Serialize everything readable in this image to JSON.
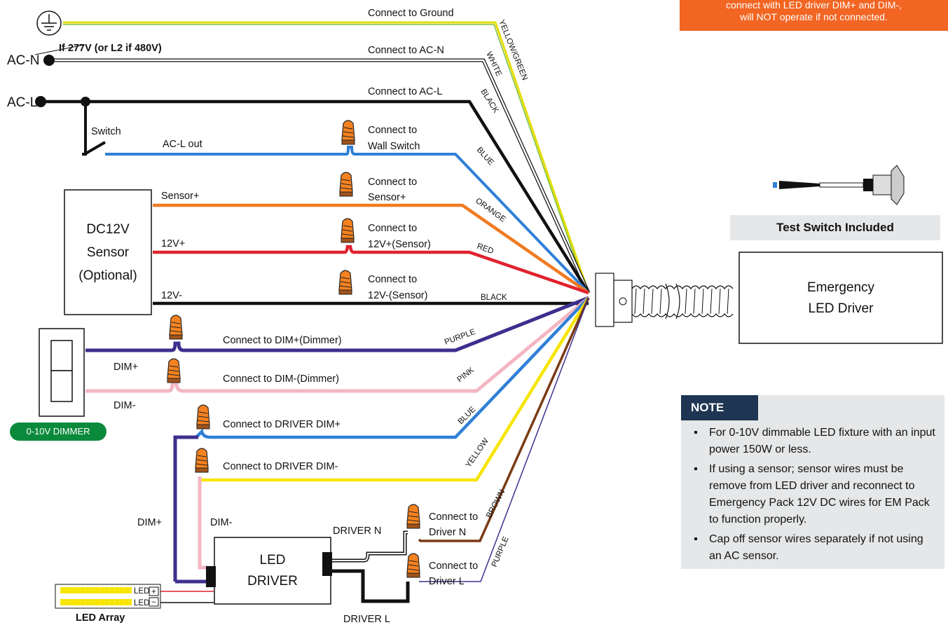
{
  "warning_box": {
    "line1": "connect with LED driver DIM+ and DIM-,",
    "line2": "will NOT operate if not connected."
  },
  "sources": {
    "ac_n": "AC-N",
    "ac_l1": "AC-L1",
    "ac_n_note": "If 277V (or L2 if 480V)",
    "switch": "Switch",
    "ac_l_out": "AC-L out"
  },
  "connections": {
    "ground": "Connect to Ground",
    "ac_n": "Connect to AC-N",
    "ac_l": "Connect to AC-L",
    "wall_switch_1": "Connect to",
    "wall_switch_2": "Wall Switch",
    "sensor_plus_1": "Connect to",
    "sensor_plus_2": "Sensor+",
    "v12_plus_1": "Connect to",
    "v12_plus_2": "12V+(Sensor)",
    "v12_minus_1": "Connect to",
    "v12_minus_2": "12V-(Sensor)",
    "dim_plus_dimmer": "Connect to DIM+(Dimmer)",
    "dim_minus_dimmer": "Connect to DIM-(Dimmer)",
    "driver_dim_plus": "Connect to DRIVER DIM+",
    "driver_dim_minus": "Connect to DRIVER DIM-",
    "driver_n_1": "Connect to",
    "driver_n_2": "Driver N",
    "driver_l_1": "Connect to",
    "driver_l_2": "Driver L"
  },
  "wire_colors": {
    "yellow_green": "YELLOW/GREEN",
    "white": "WHITE",
    "black1": "BLACK",
    "blue1": "BLUE",
    "orange": "ORANGE",
    "red": "RED",
    "black2": "BLACK",
    "purple1": "PURPLE",
    "pink": "PINK",
    "blue2": "BLUE",
    "yellow": "YELLOW",
    "brown": "BROWN",
    "purple2": "PURPLE"
  },
  "sensor": {
    "line1": "DC12V",
    "line2": "Sensor",
    "line3": "(Optional)",
    "sensor_plus": "Sensor+",
    "v12_plus": "12V+",
    "v12_minus": "12V-"
  },
  "dimmer": {
    "dim_plus": "DIM+",
    "dim_minus": "DIM-",
    "badge": "0-10V DIMMER"
  },
  "led_driver": {
    "line1": "LED",
    "line2": "DRIVER",
    "dim_plus": "DIM+",
    "dim_minus": "DIM-",
    "driver_n": "DRIVER N",
    "driver_l": "DRIVER L"
  },
  "led_array": {
    "label": "LED Array",
    "led1": "LED",
    "led2": "LED",
    "plus": "+",
    "minus": "−"
  },
  "emergency": {
    "line1": "Emergency",
    "line2": "LED Driver"
  },
  "test_switch": "Test Switch Included",
  "note": {
    "title": "NOTE",
    "items": [
      "For 0-10V dimmable LED fixture with an input power 150W or less.",
      "If using a sensor; sensor wires must be remove from LED driver and reconnect to Emergency Pack 12V DC wires for EM Pack to function properly.",
      "Cap off sensor wires separately if not using an AC sensor."
    ]
  },
  "colors": {
    "orange_accent": "#f26522",
    "note_title_bg": "#1e3553",
    "dimmer_badge": "#0c8a3c",
    "wire_blue": "#2f80d8",
    "wire_orange": "#f07a22",
    "wire_red": "#e0222d",
    "wire_purple": "#3d2f8e",
    "wire_pink": "#f3b6c2",
    "wire_yellow": "#f7e500",
    "wire_brown": "#7a3b14"
  }
}
